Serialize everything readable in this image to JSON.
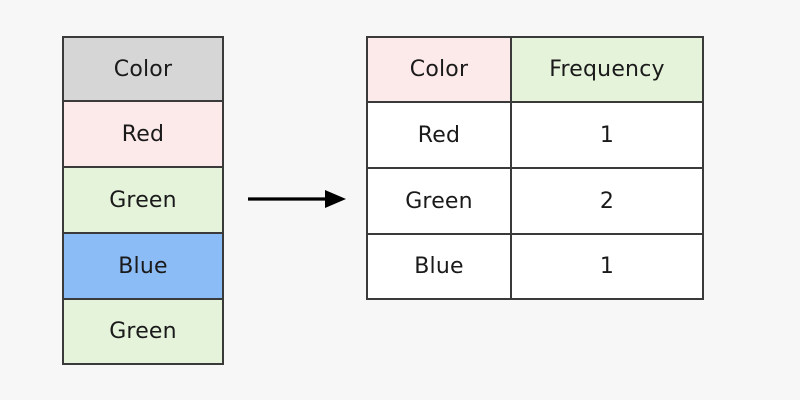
{
  "figure": {
    "background_color": "#f7f7f7",
    "border_color": "#3a3a3a",
    "text_color": "#1a1a1a"
  },
  "source_table": {
    "name": "color-list",
    "header": {
      "label": "Color",
      "fill": "#d6d6d6"
    },
    "rows": [
      {
        "label": "Red",
        "fill": "#fce9e9"
      },
      {
        "label": "Green",
        "fill": "#e5f3db"
      },
      {
        "label": "Blue",
        "fill": "#8cbcf5"
      },
      {
        "label": "Green",
        "fill": "#e5f3db"
      }
    ]
  },
  "arrow": {
    "name": "transform-arrow",
    "direction": "right",
    "color": "#000000"
  },
  "frequency_table": {
    "name": "frequency-table",
    "headers": [
      {
        "label": "Color",
        "fill": "#fce9e9"
      },
      {
        "label": "Frequency",
        "fill": "#e5f3db"
      }
    ],
    "rows": [
      {
        "color": "Red",
        "frequency": "1"
      },
      {
        "color": "Green",
        "frequency": "2"
      },
      {
        "color": "Blue",
        "frequency": "1"
      }
    ]
  },
  "chart_data": {
    "type": "table",
    "title": "",
    "categories": [
      "Red",
      "Green",
      "Blue"
    ],
    "values": [
      1,
      2,
      1
    ],
    "xlabel": "Color",
    "ylabel": "Frequency",
    "source_observations": [
      "Red",
      "Green",
      "Blue",
      "Green"
    ],
    "legend": []
  }
}
